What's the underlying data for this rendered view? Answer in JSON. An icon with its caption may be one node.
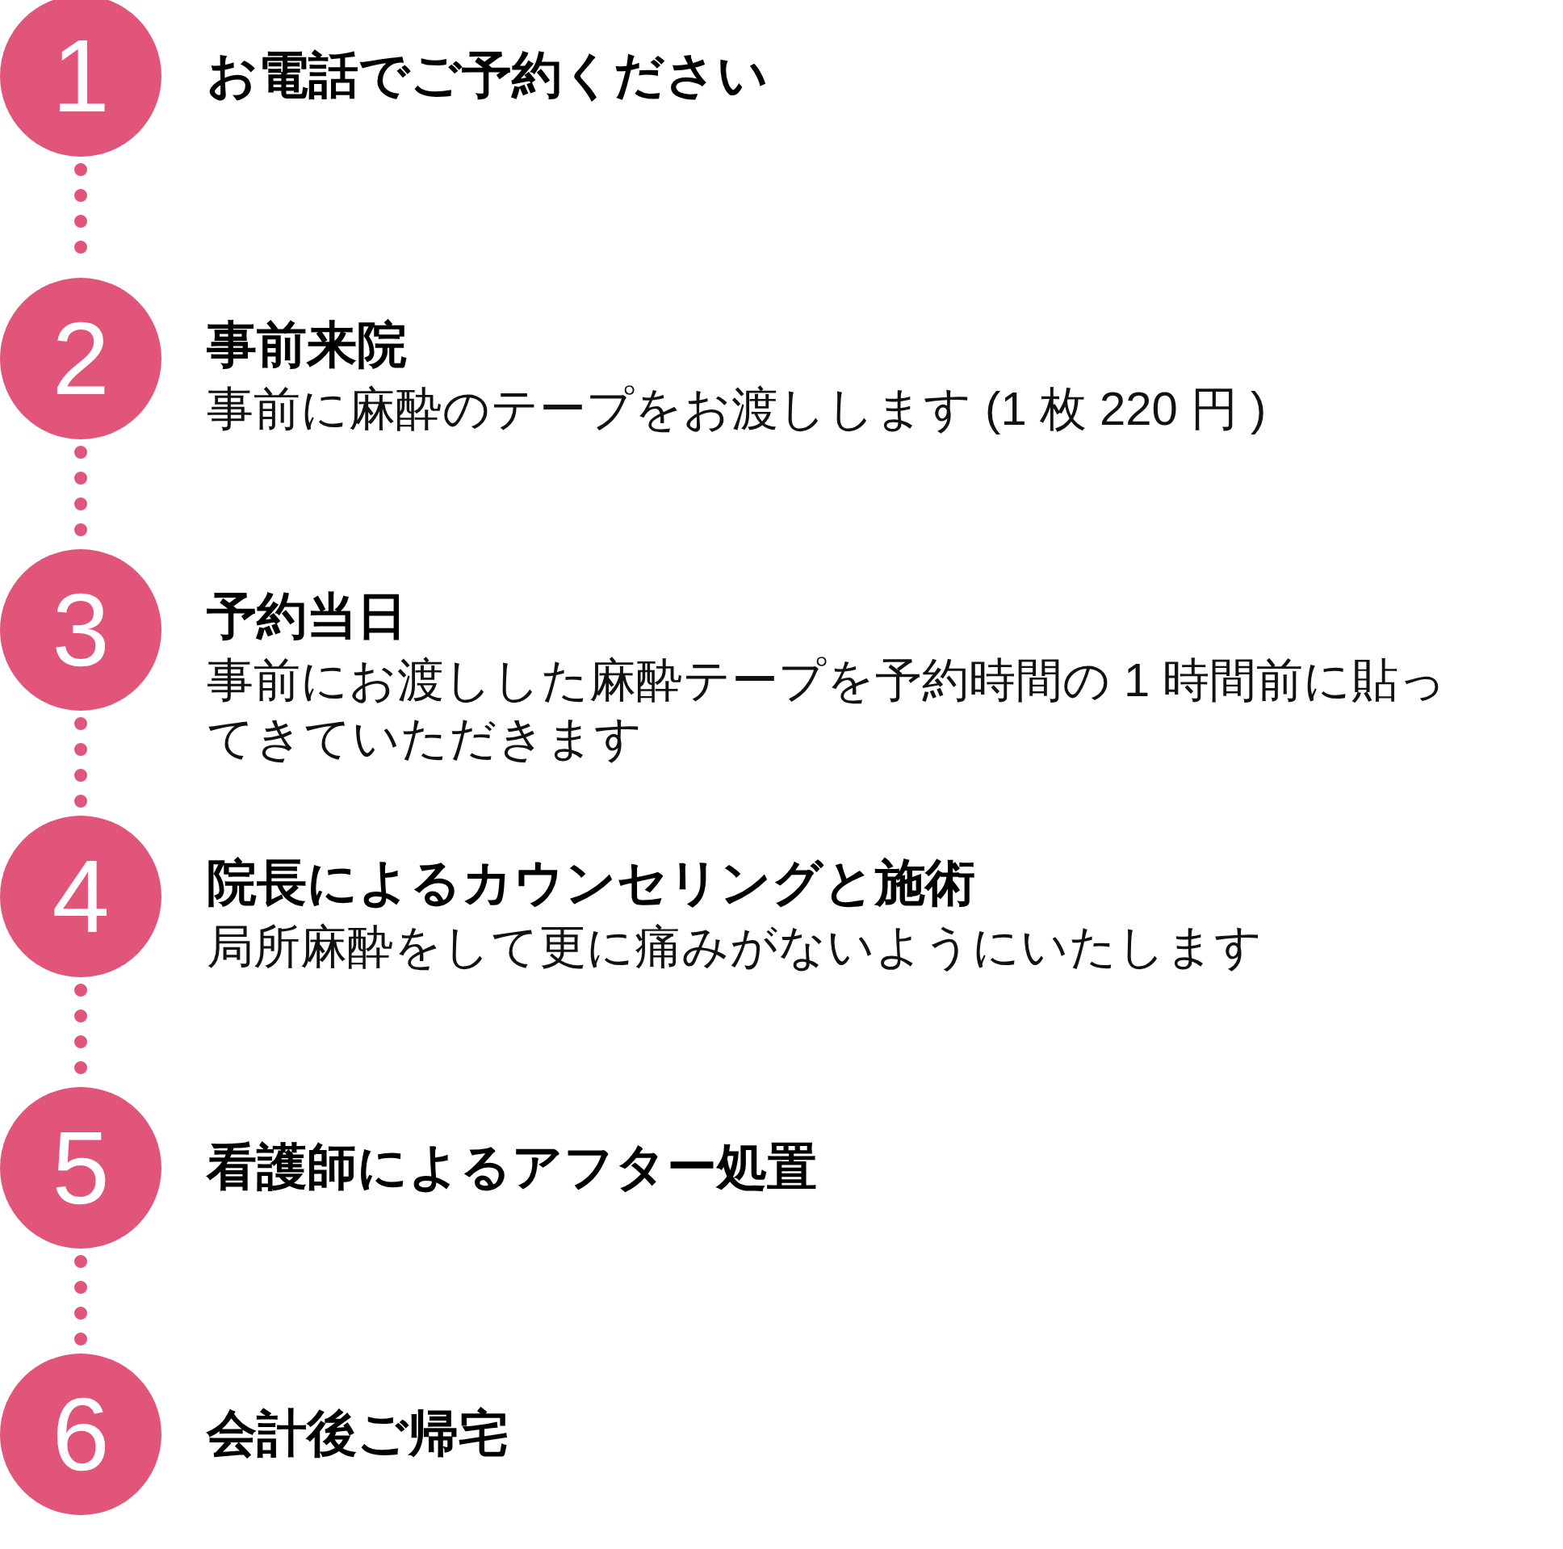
{
  "diagram": {
    "nodes": [
      {
        "text": [
          "1"
        ],
        "beside": [
          "お電話でご予約ください"
        ]
      },
      {
        "text": [
          "2"
        ],
        "beside": [
          "事前来院",
          "事前に麻酔のテープをお渡しします (1 枚 220 円 )"
        ]
      },
      {
        "text": [
          "3"
        ],
        "beside": [
          "予約当日",
          "事前にお渡しした麻酔テープを予約時間の 1 時間前に貼ってきていただきます"
        ]
      },
      {
        "text": [
          "4"
        ],
        "beside": [
          "院長によるカウンセリングと施術",
          "局所麻酔をして更に痛みがないようにいたします"
        ]
      },
      {
        "text": [
          "5"
        ],
        "beside": [
          "看護師によるアフター処置"
        ]
      },
      {
        "text": [
          "6"
        ],
        "beside": [
          "会計後ご帰宅"
        ]
      }
    ],
    "edges": [
      {
        "from": 0,
        "to": 1,
        "arrow": "none",
        "style": "dashed"
      },
      {
        "from": 1,
        "to": 2,
        "arrow": "none",
        "style": "dashed"
      },
      {
        "from": 2,
        "to": 3,
        "arrow": "none",
        "style": "dashed"
      },
      {
        "from": 3,
        "to": 4,
        "arrow": "none",
        "style": "dashed"
      },
      {
        "from": 4,
        "to": 5,
        "arrow": "none",
        "style": "dashed"
      }
    ]
  }
}
